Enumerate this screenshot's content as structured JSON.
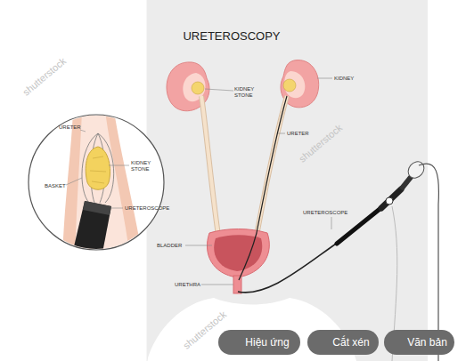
{
  "diagram": {
    "title": "URETEROSCOPY",
    "nodes": [
      {
        "text": [
          "Hiệu ứng"
        ]
      },
      {
        "text": [
          "Cắt xén"
        ]
      },
      {
        "text": [
          "Văn bản"
        ]
      }
    ],
    "labels": [
      "KIDNEY STONE",
      "KIDNEY",
      "URETER",
      "URETEROSCOPE",
      "BLADDER",
      "URETHRA",
      "URETER",
      "KIDNEY STONE",
      "BASKET",
      "URETEROSCOPE",
      "shutterstock",
      "shutterstock",
      "shutterstock"
    ]
  }
}
